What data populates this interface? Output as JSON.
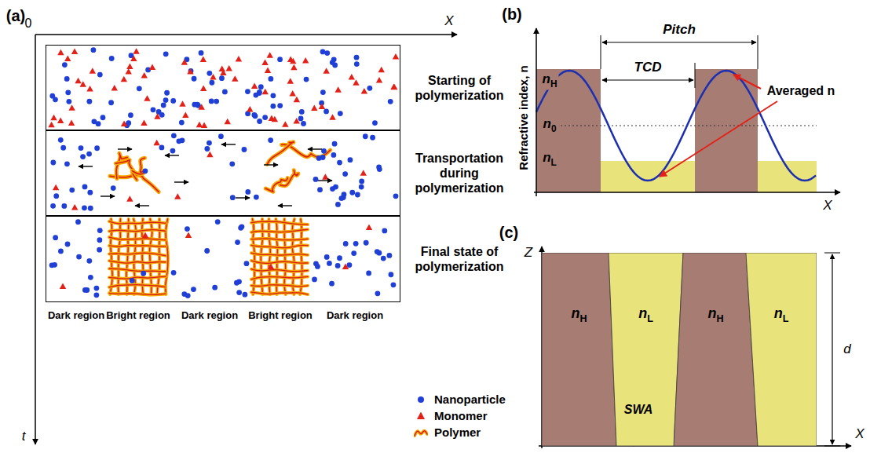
{
  "diagram": {
    "nodes": [
      {
        "text": [
          "Starting of polymerization"
        ]
      },
      {
        "text": [
          "Transportation during polymerization"
        ]
      },
      {
        "text": [
          "Final state of polymerization"
        ]
      },
      {
        "text": [
          "nH"
        ]
      },
      {
        "text": [
          "nL"
        ]
      },
      {
        "text": [
          "nH"
        ]
      },
      {
        "text": [
          "nL"
        ]
      }
    ],
    "labels": [
      "(a)",
      "0",
      "X",
      "t",
      "Dark region",
      "Bright region",
      "Dark region",
      "Bright region",
      "Dark region",
      "(b)",
      "Refractive index, n",
      "Pitch",
      "TCD",
      "nH",
      "n0",
      "nL",
      "Averaged n",
      "X",
      "(c)",
      "Z",
      "X",
      "d",
      "SWA"
    ],
    "legend": [
      {
        "text": "Nanoparticle",
        "color": "#1f3fd6"
      },
      {
        "text": "Monomer",
        "color": "#e32119"
      },
      {
        "text": "Polymer"
      }
    ]
  }
}
